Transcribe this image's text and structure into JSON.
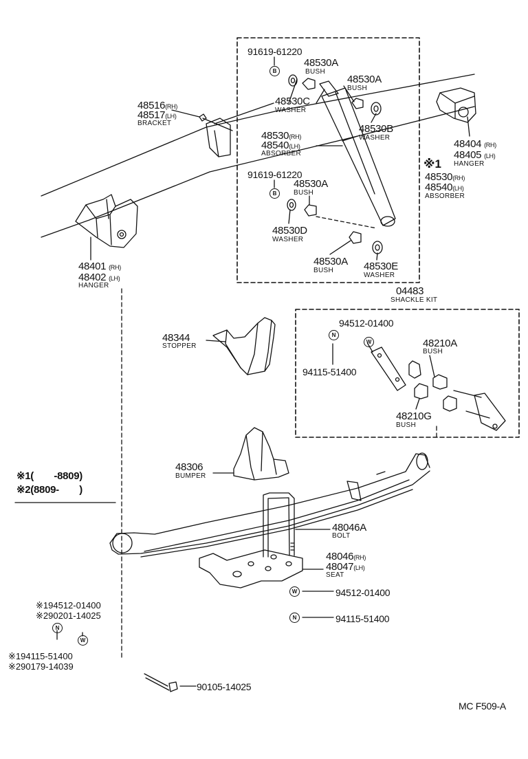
{
  "top_kit": {
    "code_b1": "91619-61220",
    "sym_b1": "B",
    "bush_1": {
      "part": "48530A",
      "name": "BUSH"
    },
    "bush_2": {
      "part": "48530A",
      "name": "BUSH"
    },
    "washer_c": {
      "part": "48530C",
      "name": "WASHER"
    },
    "washer_b": {
      "part": "48530B",
      "name": "WASHER"
    },
    "absorber": {
      "rh": "48530",
      "rh_suffix": "(RH)",
      "lh": "48540",
      "lh_suffix": "(LH)",
      "name": "ABSORBER"
    },
    "code_b2": "91619-61220",
    "sym_b2": "B",
    "bush_3": {
      "part": "48530A",
      "name": "BUSH"
    },
    "washer_d": {
      "part": "48530D",
      "name": "WASHER"
    },
    "bush_4": {
      "part": "48530A",
      "name": "BUSH"
    },
    "washer_e": {
      "part": "48530E",
      "name": "WASHER"
    }
  },
  "bracket": {
    "rh": "48516",
    "rh_suffix": "(RH)",
    "lh": "48517",
    "lh_suffix": "(LH)",
    "name": "BRACKET"
  },
  "hanger_rear": {
    "rh": "48404",
    "rh_suffix": "(RH)",
    "lh": "48405",
    "lh_suffix": "(LH)",
    "name": "HANGER"
  },
  "absorber_alt": {
    "mark": "※1",
    "rh": "48530",
    "rh_suffix": "(RH)",
    "lh": "48540",
    "lh_suffix": "(LH)",
    "name": "ABSORBER"
  },
  "hanger_front": {
    "rh": "48401",
    "rh_suffix": "(RH)",
    "lh": "48402",
    "lh_suffix": "(LH)",
    "name": "HANGER"
  },
  "shackle_kit": {
    "part": "04483",
    "name": "SHACKLE KIT",
    "washer_code": "94512-01400",
    "sym_w": "W",
    "nut_code": "94115-51400",
    "sym_n": "N",
    "bush_a": {
      "part": "48210A",
      "name": "BUSH"
    },
    "bush_g": {
      "part": "48210G",
      "name": "BUSH"
    }
  },
  "stopper": {
    "part": "48344",
    "name": "STOPPER"
  },
  "bumper": {
    "part": "48306",
    "name": "BUMPER"
  },
  "notes": {
    "n1": "※1(　　-8809)",
    "n2": "※2(8809-　　)"
  },
  "ubolt": {
    "part": "48046A",
    "name": "BOLT"
  },
  "seat": {
    "rh": "48046",
    "rh_suffix": "(RH)",
    "lh": "48047",
    "lh_suffix": "(LH)",
    "name": "SEAT"
  },
  "seat_washer": {
    "sym": "W",
    "code": "94512-01400"
  },
  "seat_nut": {
    "sym": "N",
    "code": "94115-51400"
  },
  "alt_codes": {
    "w1": "※194512-01400",
    "w2": "※290201-14025",
    "sym_n": "N",
    "sym_w": "W",
    "n1": "※194115-51400",
    "n2": "※290179-14039"
  },
  "bolt": {
    "code": "90105-14025"
  },
  "figure_code": "MC F509-A"
}
